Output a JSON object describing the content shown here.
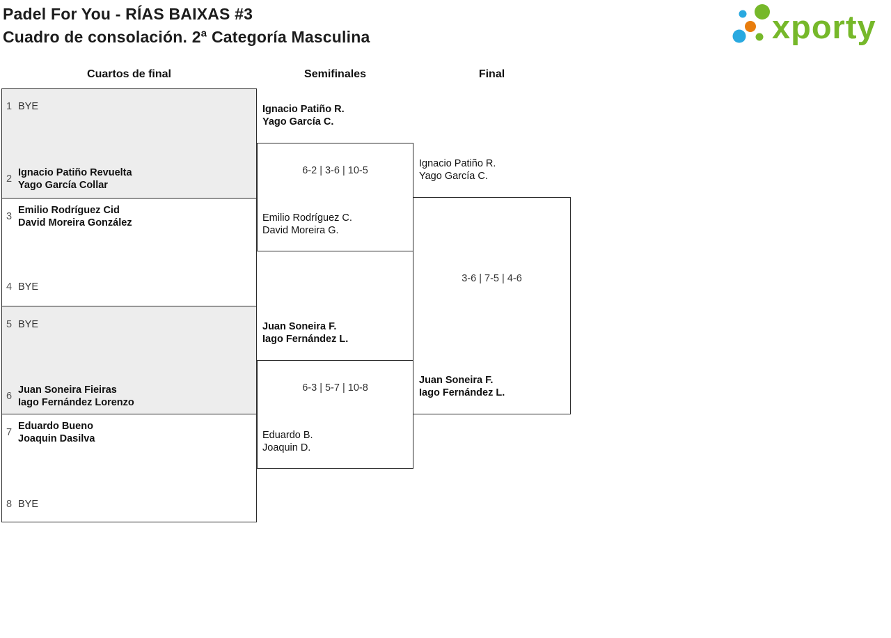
{
  "header": {
    "title_line1": "Padel For You - RÍAS BAIXAS #3",
    "title_line2": "Cuadro de consolación. 2ª Categoría Masculina"
  },
  "logo": {
    "text": "xporty",
    "green": "#76b82a",
    "blue": "#29a9e0",
    "orange": "#e87d0d"
  },
  "rounds": {
    "quarterfinals_label": "Cuartos de final",
    "semifinals_label": "Semifinales",
    "final_label": "Final"
  },
  "quarterfinals": {
    "seeds": [
      {
        "num": "1",
        "name": "BYE"
      },
      {
        "num": "2",
        "name1": "Ignacio Patiño Revuelta",
        "name2": "Yago García Collar"
      },
      {
        "num": "3",
        "name1": "Emilio Rodríguez Cid",
        "name2": "David Moreira González"
      },
      {
        "num": "4",
        "name": "BYE"
      },
      {
        "num": "5",
        "name": "BYE"
      },
      {
        "num": "6",
        "name1": "Juan Soneira Fieiras",
        "name2": "Iago Fernández Lorenzo"
      },
      {
        "num": "7",
        "name1": "Eduardo Bueno",
        "name2": "Joaquin Dasilva"
      },
      {
        "num": "8",
        "name": "BYE"
      }
    ]
  },
  "semifinals": [
    {
      "top1": "Ignacio Patiño R.",
      "top2": "Yago García C.",
      "score": "6-2 | 3-6 | 10-5",
      "bottom1": "Emilio Rodríguez C.",
      "bottom2": "David Moreira G."
    },
    {
      "top1": "Juan Soneira F.",
      "top2": "Iago Fernández L.",
      "score": "6-3 | 5-7 | 10-8",
      "bottom1": "Eduardo B.",
      "bottom2": "Joaquin D."
    }
  ],
  "final": {
    "top1": "Ignacio Patiño R.",
    "top2": "Yago García C.",
    "score": "3-6 | 7-5 | 4-6",
    "bottom1": "Juan Soneira F.",
    "bottom2": "Iago Fernández L."
  }
}
